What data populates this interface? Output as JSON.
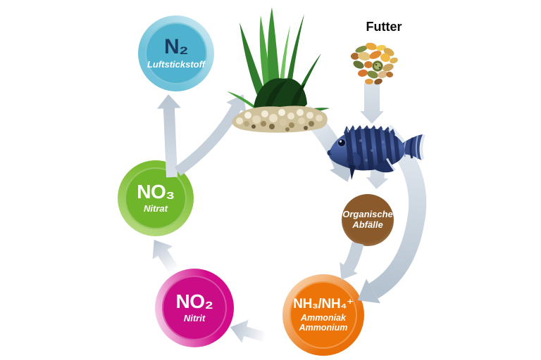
{
  "diagram": "aquarium-nitrogen-cycle",
  "labels": {
    "food": "Futter"
  },
  "nodes": {
    "n2": {
      "formula": "N₂",
      "label": "Luftstickstoff",
      "color": "#4fb2cf",
      "text_color": "#1b3a5f"
    },
    "no3": {
      "formula": "NO₃",
      "label": "Nitrat",
      "color": "#70b62b"
    },
    "no2": {
      "formula": "NO₂",
      "label": "Nitrit",
      "color": "#ca0d86"
    },
    "nh34": {
      "formula": "NH₃/NH₄⁺",
      "label_line1": "Ammoniak",
      "label_line2": "Ammonium",
      "color": "#ec7408"
    },
    "waste": {
      "label_line1": "Organische",
      "label_line2": "Abfälle",
      "color": "#8a5a2b"
    }
  },
  "arrows": [
    {
      "from": "no3",
      "to": "n2"
    },
    {
      "from": "no3",
      "to": "plant"
    },
    {
      "from": "food",
      "to": "fish"
    },
    {
      "from": "plant",
      "to": "waste"
    },
    {
      "from": "fish",
      "to": "waste"
    },
    {
      "from": "fish",
      "to": "nh34"
    },
    {
      "from": "waste",
      "to": "nh34"
    },
    {
      "from": "nh34",
      "to": "no2"
    },
    {
      "from": "no2",
      "to": "no3"
    }
  ],
  "colors": {
    "arrow": "#c5d0da",
    "arrow_dark": "#b6c2cf",
    "arrow_light": "#e9eef3",
    "background": "#ffffff"
  }
}
